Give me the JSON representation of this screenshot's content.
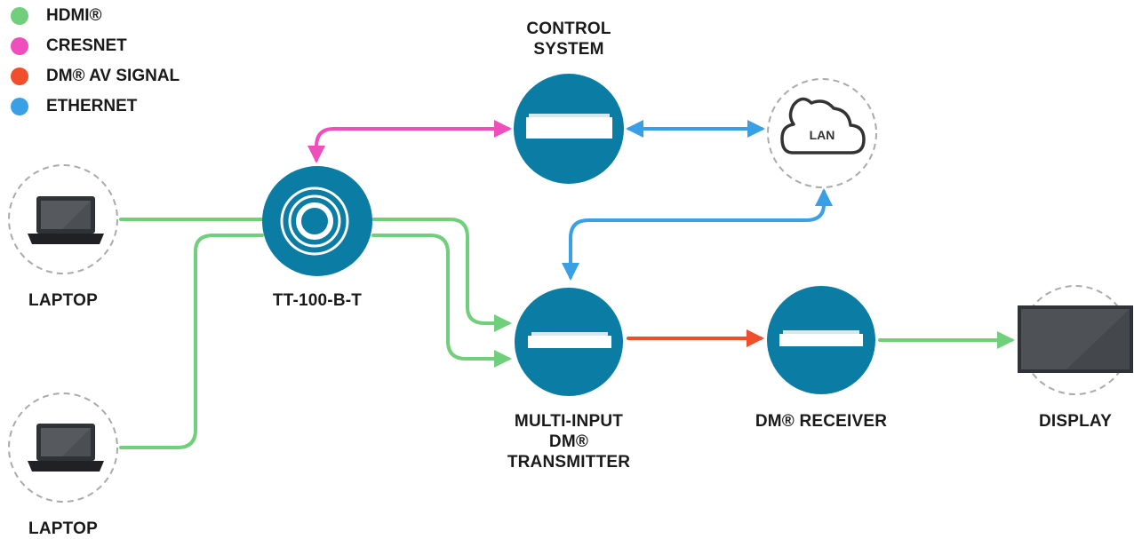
{
  "legend": [
    {
      "label": "HDMI®",
      "color": "#6fcf7a"
    },
    {
      "label": "CRESNET",
      "color": "#ee4fbd"
    },
    {
      "label": "DM® AV SIGNAL",
      "color": "#ef4f2c"
    },
    {
      "label": "ETHERNET",
      "color": "#3aa0e6"
    }
  ],
  "colors": {
    "node": "#0b7ca4",
    "hdmi": "#6fcf7a",
    "cresnet": "#ee4fbd",
    "dm": "#ef4f2c",
    "ethernet": "#3aa0e6",
    "dashed": "#aaaaaa"
  },
  "nodes": {
    "laptop_top": {
      "label": "LAPTOP",
      "icon": "laptop-icon"
    },
    "laptop_bottom": {
      "label": "LAPTOP",
      "icon": "laptop-icon"
    },
    "touch_panel": {
      "label": "TT-100-B-T",
      "icon": "touch-panel-icon"
    },
    "control_system": {
      "label_lines": [
        "CONTROL",
        "SYSTEM"
      ],
      "icon": "rack-device-icon"
    },
    "lan": {
      "label": "LAN",
      "icon": "cloud-icon"
    },
    "transmitter": {
      "label_lines": [
        "MULTI-INPUT",
        "DM®",
        "TRANSMITTER"
      ],
      "icon": "rack-device-icon"
    },
    "receiver": {
      "label": "DM® RECEIVER",
      "icon": "rack-device-icon"
    },
    "display": {
      "label": "DISPLAY",
      "icon": "display-icon"
    }
  }
}
